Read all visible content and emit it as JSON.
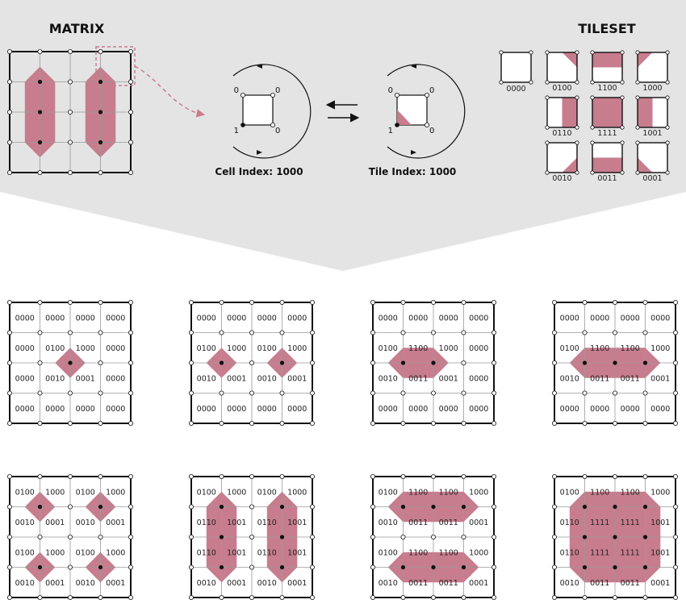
{
  "colors": {
    "band": "#e4e4e4",
    "fill": "#c77d8e",
    "line": "#111111",
    "grid": "#9a9a9a",
    "dash": "#c77d8e"
  },
  "matrix": {
    "title": "MATRIX",
    "filled_points": [
      [
        1,
        1
      ],
      [
        3,
        1
      ],
      [
        1,
        2
      ],
      [
        3,
        2
      ],
      [
        1,
        3
      ],
      [
        3,
        3
      ]
    ]
  },
  "cell": {
    "caption": "Cell Index: 1000",
    "corners": {
      "tl": "0",
      "tr": "0",
      "bl": "1",
      "br": "0"
    }
  },
  "tile": {
    "caption": "Tile Index: 1000",
    "corners": {
      "tl": "0",
      "tr": "0",
      "bl": "1",
      "br": "0"
    }
  },
  "tileset": {
    "title": "TILESET",
    "single": {
      "code": "0000"
    },
    "grid": [
      [
        {
          "code": "0100"
        },
        {
          "code": "1100"
        },
        {
          "code": "1000"
        }
      ],
      [
        {
          "code": "0110"
        },
        {
          "code": "1111"
        },
        {
          "code": "1001"
        }
      ],
      [
        {
          "code": "0010"
        },
        {
          "code": "0011"
        },
        {
          "code": "0001"
        }
      ]
    ]
  },
  "examples": [
    {
      "filled": [
        [
          2,
          2
        ]
      ],
      "codes": [
        [
          "0000",
          "0000",
          "0000",
          "0000"
        ],
        [
          "0000",
          "0100",
          "1000",
          "0000"
        ],
        [
          "0000",
          "0010",
          "0001",
          "0000"
        ],
        [
          "0000",
          "0000",
          "0000",
          "0000"
        ]
      ]
    },
    {
      "filled": [
        [
          1,
          2
        ],
        [
          3,
          2
        ]
      ],
      "codes": [
        [
          "0000",
          "0000",
          "0000",
          "0000"
        ],
        [
          "0100",
          "1000",
          "0100",
          "1000"
        ],
        [
          "0010",
          "0001",
          "0010",
          "0001"
        ],
        [
          "0000",
          "0000",
          "0000",
          "0000"
        ]
      ]
    },
    {
      "filled": [
        [
          1,
          2
        ],
        [
          2,
          2
        ]
      ],
      "codes": [
        [
          "0000",
          "0000",
          "0000",
          "0000"
        ],
        [
          "0100",
          "1100",
          "1000",
          "0000"
        ],
        [
          "0010",
          "0011",
          "0001",
          "0000"
        ],
        [
          "0000",
          "0000",
          "0000",
          "0000"
        ]
      ]
    },
    {
      "filled": [
        [
          1,
          2
        ],
        [
          2,
          2
        ],
        [
          3,
          2
        ]
      ],
      "codes": [
        [
          "0000",
          "0000",
          "0000",
          "0000"
        ],
        [
          "0100",
          "1100",
          "1100",
          "1000"
        ],
        [
          "0010",
          "0011",
          "0011",
          "0001"
        ],
        [
          "0000",
          "0000",
          "0000",
          "0000"
        ]
      ]
    },
    {
      "filled": [
        [
          1,
          1
        ],
        [
          3,
          1
        ],
        [
          1,
          3
        ],
        [
          3,
          3
        ]
      ],
      "codes": [
        [
          "0100",
          "1000",
          "0100",
          "1000"
        ],
        [
          "0010",
          "0001",
          "0010",
          "0001"
        ],
        [
          "0100",
          "1000",
          "0100",
          "1000"
        ],
        [
          "0010",
          "0001",
          "0010",
          "0001"
        ]
      ]
    },
    {
      "filled": [
        [
          1,
          1
        ],
        [
          1,
          2
        ],
        [
          1,
          3
        ],
        [
          3,
          1
        ],
        [
          3,
          2
        ],
        [
          3,
          3
        ]
      ],
      "codes": [
        [
          "0100",
          "1000",
          "0100",
          "1000"
        ],
        [
          "0110",
          "1001",
          "0110",
          "1001"
        ],
        [
          "0110",
          "1001",
          "0110",
          "1001"
        ],
        [
          "0010",
          "0001",
          "0010",
          "0001"
        ]
      ]
    },
    {
      "filled": [
        [
          1,
          1
        ],
        [
          2,
          1
        ],
        [
          3,
          1
        ],
        [
          1,
          3
        ],
        [
          2,
          3
        ],
        [
          3,
          3
        ]
      ],
      "codes": [
        [
          "0100",
          "1100",
          "1100",
          "1000"
        ],
        [
          "0010",
          "0011",
          "0011",
          "0001"
        ],
        [
          "0100",
          "1100",
          "1100",
          "1000"
        ],
        [
          "0010",
          "0011",
          "0011",
          "0001"
        ]
      ]
    },
    {
      "filled": [
        [
          1,
          1
        ],
        [
          2,
          1
        ],
        [
          3,
          1
        ],
        [
          1,
          2
        ],
        [
          2,
          2
        ],
        [
          3,
          2
        ],
        [
          1,
          3
        ],
        [
          2,
          3
        ],
        [
          3,
          3
        ]
      ],
      "codes": [
        [
          "0100",
          "1100",
          "1100",
          "1000"
        ],
        [
          "0110",
          "1111",
          "1111",
          "1001"
        ],
        [
          "0110",
          "1111",
          "1111",
          "1001"
        ],
        [
          "0010",
          "0011",
          "0011",
          "0001"
        ]
      ]
    }
  ]
}
